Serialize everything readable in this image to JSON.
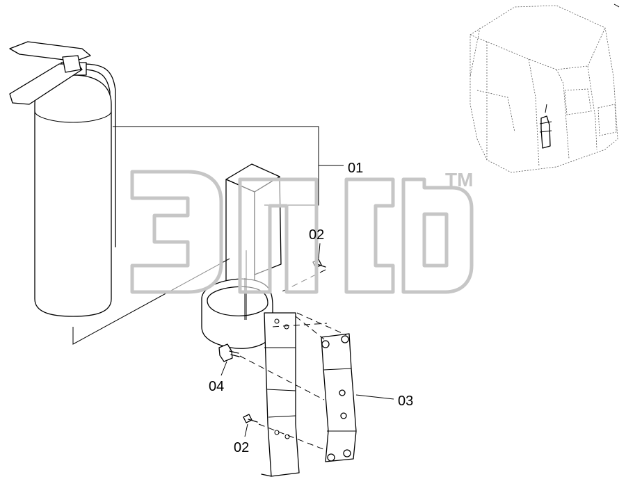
{
  "watermark": {
    "mark": "TM",
    "logo_text": "эпсб"
  },
  "parts": [
    {
      "id": "extinguisher",
      "label": "01"
    },
    {
      "id": "bolt-upper",
      "label": "02"
    },
    {
      "id": "plate",
      "label": "03"
    },
    {
      "id": "bolt-side",
      "label": "04"
    },
    {
      "id": "bolt-lower",
      "label": "02"
    }
  ]
}
